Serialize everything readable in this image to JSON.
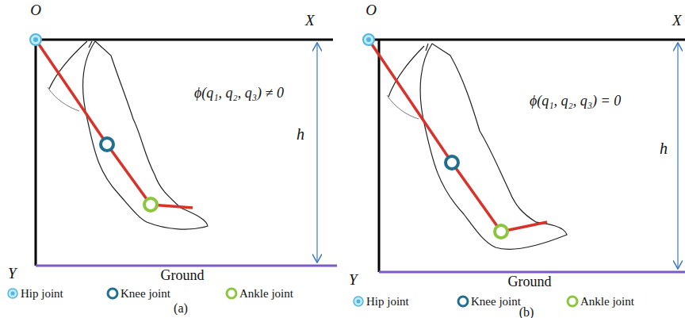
{
  "diagram": {
    "labels": [
      "O",
      "X",
      "ϕ(q₁, q₂, q₃) ≠ 0",
      "h",
      "Y",
      "Ground",
      "(a)",
      "O",
      "X",
      "ϕ(q₁, q₂, q₃) = 0",
      "h",
      "Y",
      "Ground",
      "(b)"
    ],
    "legend": [
      {
        "text": "Hip joint"
      },
      {
        "text": "Knee joint"
      },
      {
        "text": "Ankle joint"
      },
      {
        "text": "Hip joint"
      },
      {
        "text": "Knee joint"
      },
      {
        "text": "Ankle joint"
      }
    ]
  }
}
